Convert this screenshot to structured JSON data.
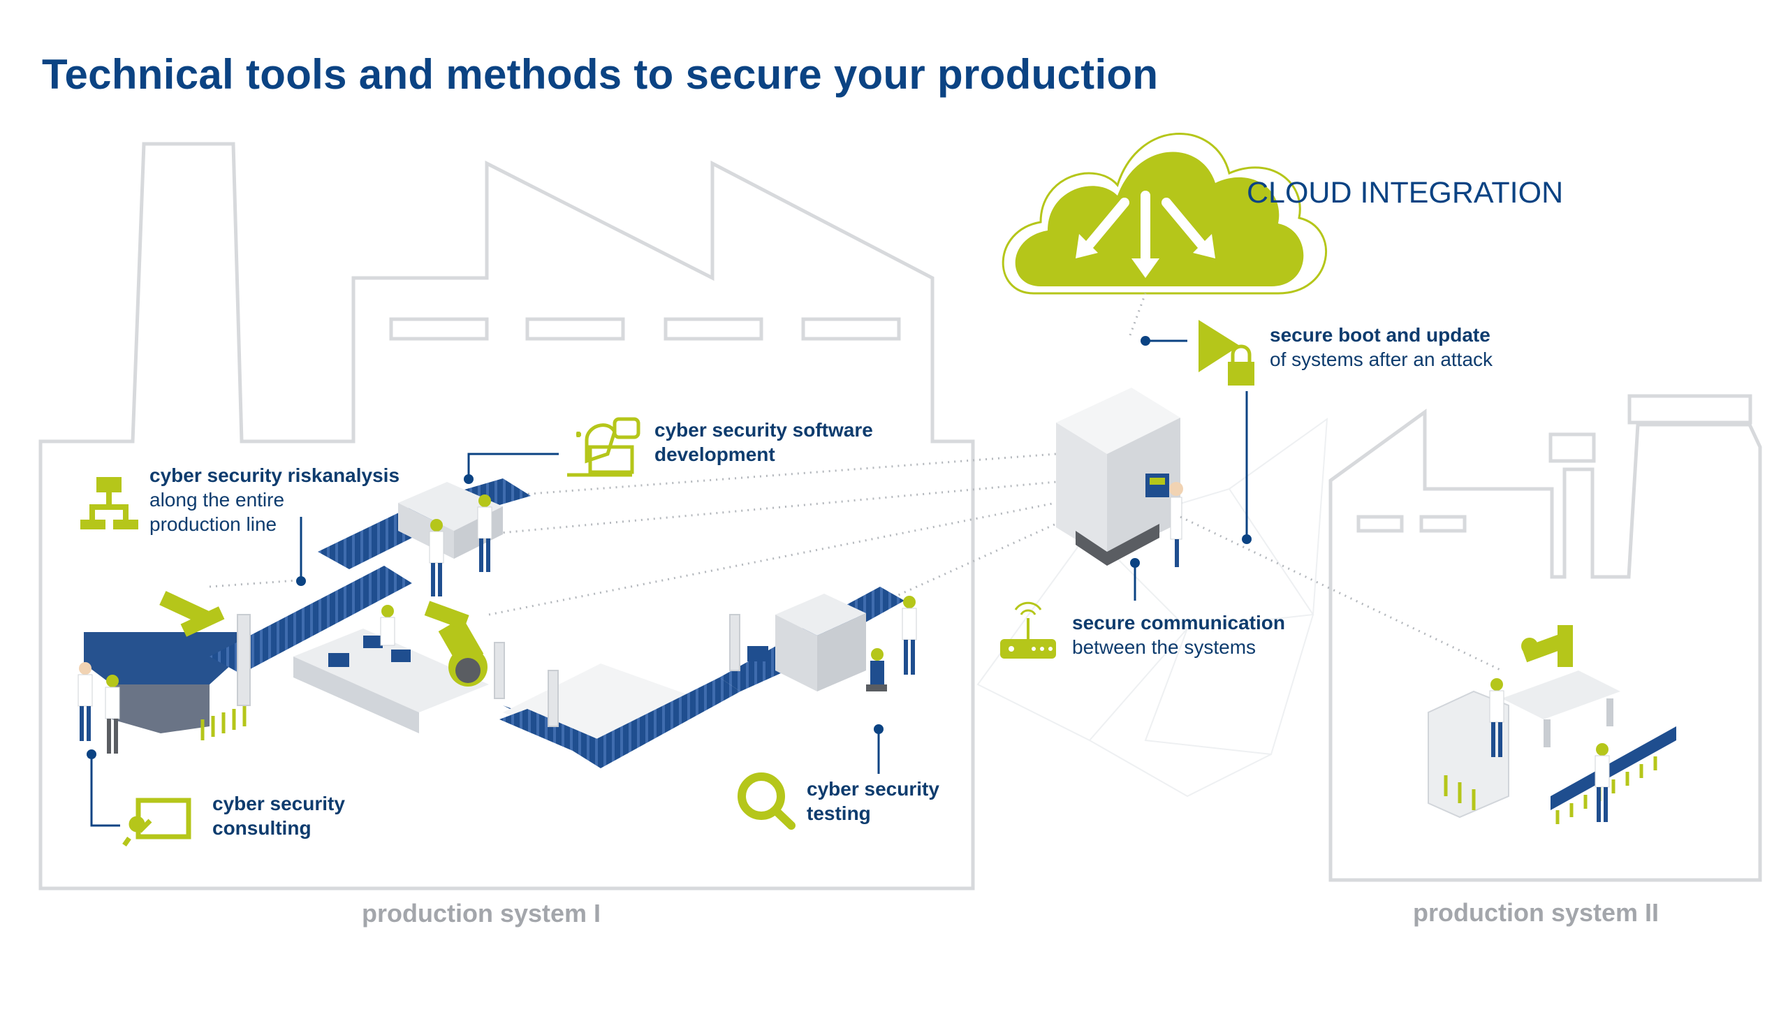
{
  "page": {
    "title": "Technical tools and methods to secure your production"
  },
  "cloud": {
    "label": "CLOUD INTEGRATION"
  },
  "labels": {
    "riskanalysis": {
      "title": "cyber security riskanalysis",
      "line1": "along the entire",
      "line2": "production line",
      "icon": "hierarchy-icon"
    },
    "software": {
      "line1": "cyber security software",
      "line2": "development",
      "icon": "developer-laptop-icon"
    },
    "consulting": {
      "line1": "cyber security",
      "line2": "consulting",
      "icon": "presentation-board-icon"
    },
    "testing": {
      "line1": "cyber security",
      "line2": "testing",
      "icon": "magnifier-icon"
    },
    "secure_boot": {
      "title": "secure boot and update",
      "subtitle": "of systems after an attack",
      "icon": "play-lock-icon"
    },
    "secure_comm": {
      "title": "secure communication",
      "subtitle": "between the systems",
      "icon": "router-icon"
    }
  },
  "systems": {
    "system1": "production system I",
    "system2": "production system II"
  },
  "colors": {
    "brand_blue": "#0b4383",
    "lime": "#b5c61a",
    "outline_gray": "#d7d9dc",
    "label_gray": "#a3a6ab"
  }
}
